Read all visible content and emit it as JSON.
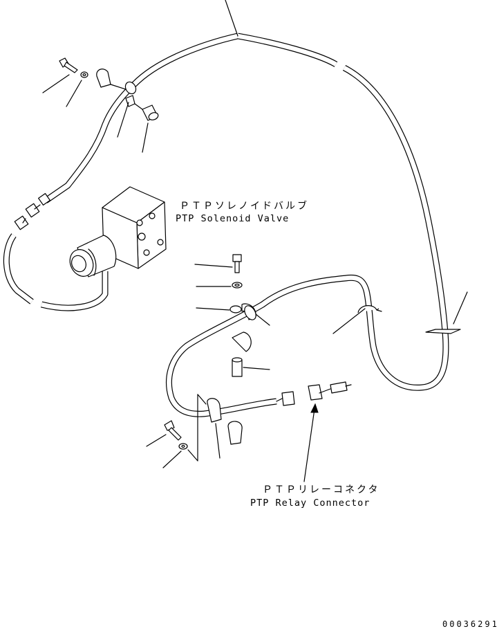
{
  "labels": {
    "solenoid_valve_jp": "ＰＴＰソレノイドバルブ",
    "solenoid_valve_en": "PTP Solenoid Valve",
    "relay_connector_jp": "ＰＴＰリレーコネクタ",
    "relay_connector_en": "PTP Relay Connector"
  },
  "part_number": "00036291"
}
